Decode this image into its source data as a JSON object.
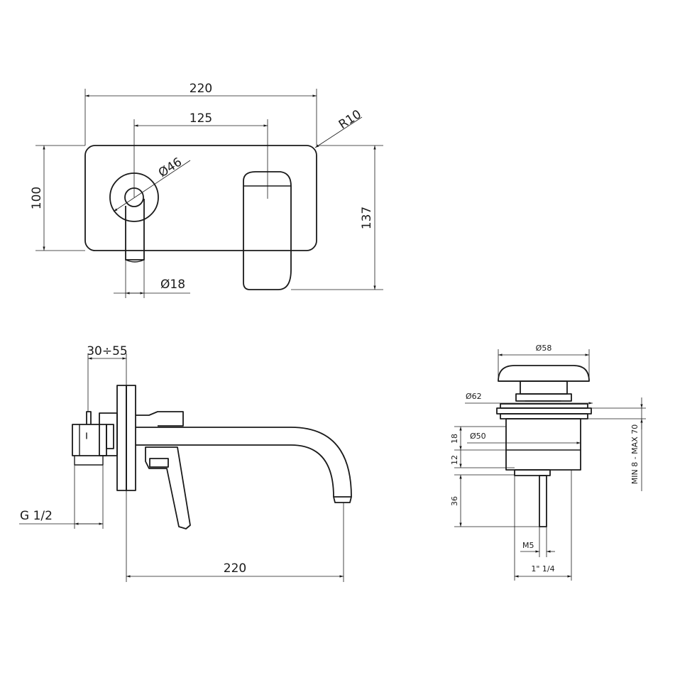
{
  "top_view": {
    "width_220": "220",
    "spacing_125": "125",
    "radius_r10": "R10",
    "diameter_46": "Ø46",
    "height_100": "100",
    "height_137": "137",
    "diameter_18": "Ø18"
  },
  "side_view": {
    "wall_range": "30÷55",
    "thread": "G 1/2",
    "spout_220": "220"
  },
  "waste_view": {
    "diameter_58": "Ø58",
    "diameter_62": "Ø62",
    "diameter_50": "Ø50",
    "dim_18": "18",
    "dim_12": "12",
    "dim_36": "36",
    "thread_m5": "M5",
    "thread_114": "1\" 1/4",
    "min_max": "MIN 8 - MAX 70"
  }
}
